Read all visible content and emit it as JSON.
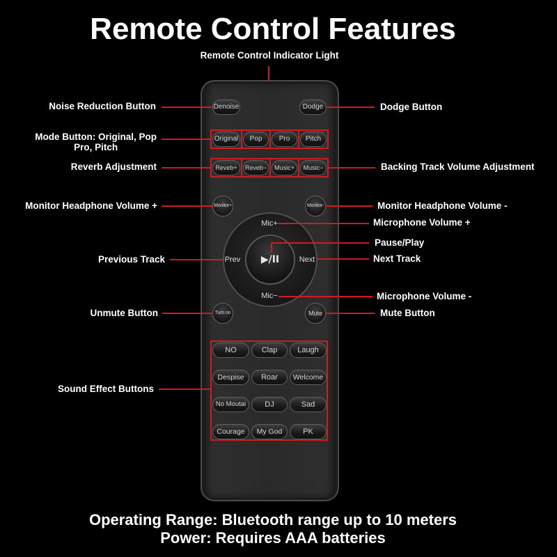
{
  "title": "Remote Control Features",
  "indicator_light_label": "Remote Control Indicator Light",
  "remote": {
    "denoise": "Denoise",
    "dodge": "Dodge",
    "mode_buttons": [
      "Original",
      "Pop",
      "Pro",
      "Pitch"
    ],
    "adjust_buttons": [
      "Reveb+",
      "Reveb−",
      "Music+",
      "Music−"
    ],
    "monitor_plus": "Monitor+",
    "monitor_minus": "Monitor-",
    "dpad": {
      "up": "Mic+",
      "left": "Prev",
      "right": "Next",
      "down": "Mic−",
      "center": "▶/II"
    },
    "turn_on": "Turn on",
    "mute": "Mute",
    "sound_effects": [
      [
        "NO",
        "Clap",
        "Laugh"
      ],
      [
        "Despise",
        "Roar",
        "Welcome"
      ],
      [
        "No Moutai",
        "DJ",
        "Sad"
      ],
      [
        "Courage",
        "My God",
        "PK"
      ]
    ]
  },
  "callouts": {
    "noise_reduction": "Noise Reduction Button",
    "mode": [
      "Mode Button: Original, Pop",
      "Pro, Pitch"
    ],
    "reverb": "Reverb Adjustment",
    "monitor_plus": "Monitor Headphone Volume +",
    "previous": "Previous Track",
    "unmute": "Unmute Button",
    "sound_effects": "Sound Effect Buttons",
    "dodge": "Dodge Button",
    "backing_track": "Backing Track Volume Adjustment",
    "monitor_minus": "Monitor Headphone Volume -",
    "mic_plus": "Microphone Volume +",
    "pause_play": "Pause/Play",
    "next": "Next Track",
    "mic_minus": "Microphone Volume -",
    "mute": "Mute Button"
  },
  "footer": {
    "range": "Operating Range: Bluetooth range up to 10 meters",
    "power": "Power: Requires AAA batteries"
  },
  "colors": {
    "background": "#000000",
    "callout_red": "#d01c1f",
    "text": "#ffffff",
    "remote_body": "#2a2a2a"
  }
}
